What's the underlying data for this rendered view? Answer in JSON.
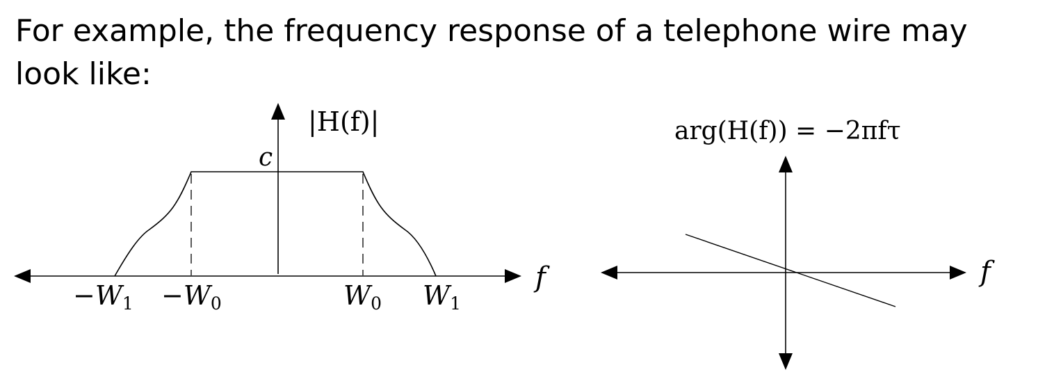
{
  "intro_text": "For example, the frequency response of a telephone wire may look like:",
  "magnitude_plot": {
    "title": "|H(f)|",
    "level_label": "c",
    "axis_label": "f",
    "tick_labels": [
      "−W",
      "1",
      "−W",
      "0",
      "W",
      "0",
      "W",
      "1"
    ]
  },
  "phase_plot": {
    "title": "arg(H(f)) = −2πfτ",
    "axis_label": "f"
  },
  "colors": {
    "ink": "#000000",
    "background": "#ffffff"
  }
}
